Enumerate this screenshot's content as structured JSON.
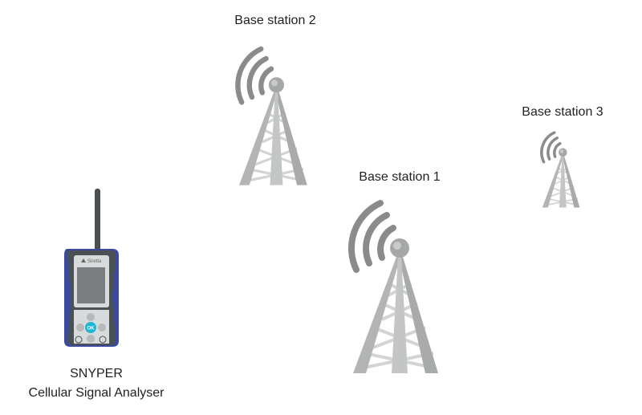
{
  "stations": [
    {
      "label": "Base station 1"
    },
    {
      "label": "Base station 2"
    },
    {
      "label": "Base station 3"
    }
  ],
  "device": {
    "name": "SNYPER",
    "description": "Cellular Signal Analyser",
    "brand": "Siretta",
    "ok_label": "OK"
  },
  "colors": {
    "tower": "#b9bbbb",
    "arc": "#8a8c8c",
    "device_body": "#4a5155",
    "device_side": "#3b4aa0",
    "ok_button": "#1fb5d6"
  }
}
